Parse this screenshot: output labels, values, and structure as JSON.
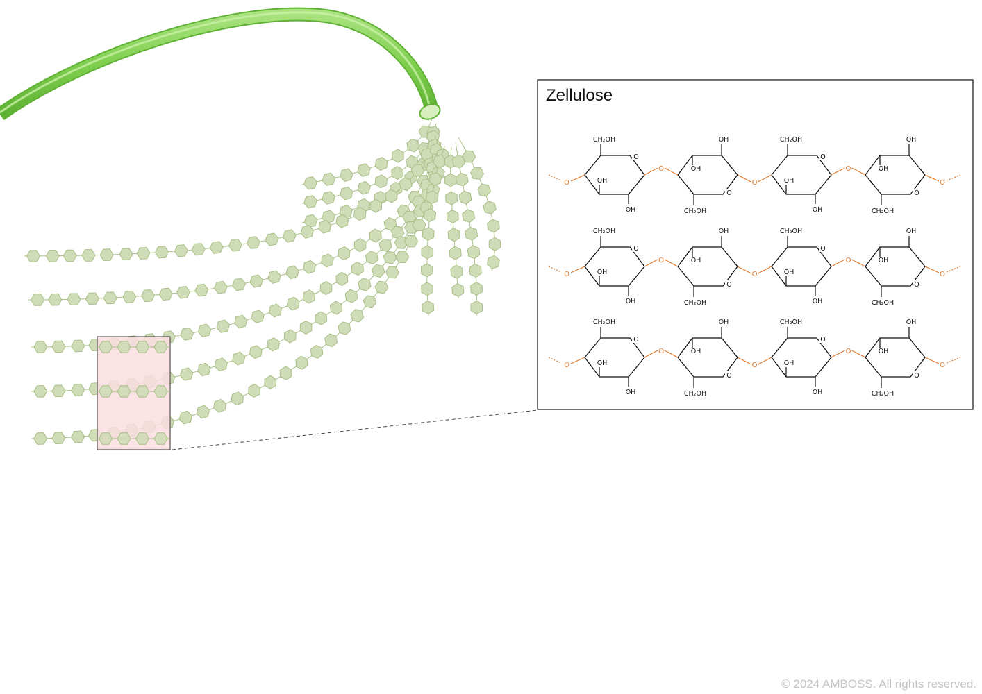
{
  "inset": {
    "title": "Zellulose",
    "labels": {
      "ch2oh": "CH₂OH",
      "oh": "OH",
      "ring_o": "O",
      "bridge_o": "O"
    }
  },
  "footer": {
    "copyright": "© 2024 AMBOSS. All rights reserved."
  },
  "colors": {
    "fiber": "#7fcf4f",
    "glucose_fill": "#cfdcb7",
    "glucose_stroke": "#a8bf86",
    "highlight_fill": "#f9dde0",
    "highlight_stroke": "#333333",
    "linkage": "#e07a2e",
    "bond": "#111111"
  },
  "diagram": {
    "strand_count": 12,
    "inset_molecule_rows": 3,
    "glucose_units_per_row": 4
  }
}
